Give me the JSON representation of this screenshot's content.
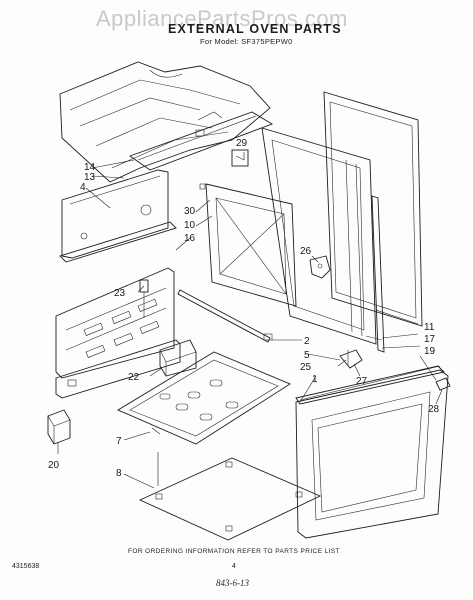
{
  "watermark": "AppliancePartsPros.com",
  "title": "EXTERNAL OVEN PARTS",
  "model_line": "For Model: SF375PEPW0",
  "footer_note": "FOR ORDERING INFORMATION REFER TO PARTS PRICE LIST",
  "doc_number": "4315638",
  "page_number": "4",
  "handwritten_note": "843-6-13",
  "callouts": {
    "c14": "14",
    "c13": "13",
    "c4": "4",
    "c30": "30",
    "c10": "10",
    "c16": "16",
    "c29": "29",
    "c26": "26",
    "c23": "23",
    "c22": "22",
    "c2": "2",
    "c5": "5",
    "c25": "25",
    "c27": "27",
    "c1": "1",
    "c11": "11",
    "c17": "17",
    "c19": "19",
    "c28": "28",
    "c7": "7",
    "c8": "8",
    "c20": "20"
  }
}
